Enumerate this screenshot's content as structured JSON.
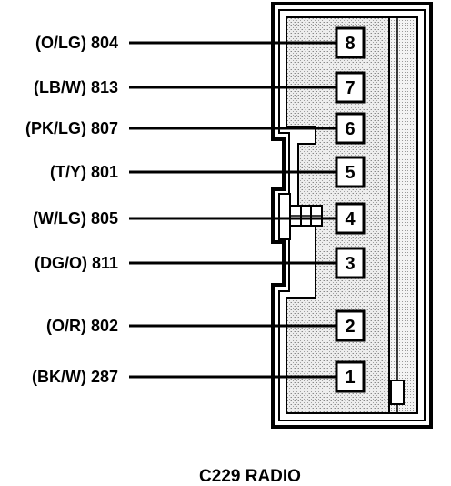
{
  "connector": {
    "caption": "C229 RADIO"
  },
  "pins": [
    {
      "number": "8",
      "label": "(O/LG) 804"
    },
    {
      "number": "7",
      "label": "(LB/W) 813"
    },
    {
      "number": "6",
      "label": "(PK/LG) 807"
    },
    {
      "number": "5",
      "label": "(T/Y) 801"
    },
    {
      "number": "4",
      "label": "(W/LG) 805"
    },
    {
      "number": "3",
      "label": "(DG/O) 811"
    },
    {
      "number": "2",
      "label": "(O/R) 802"
    },
    {
      "number": "1",
      "label": "(BK/W) 287"
    }
  ]
}
